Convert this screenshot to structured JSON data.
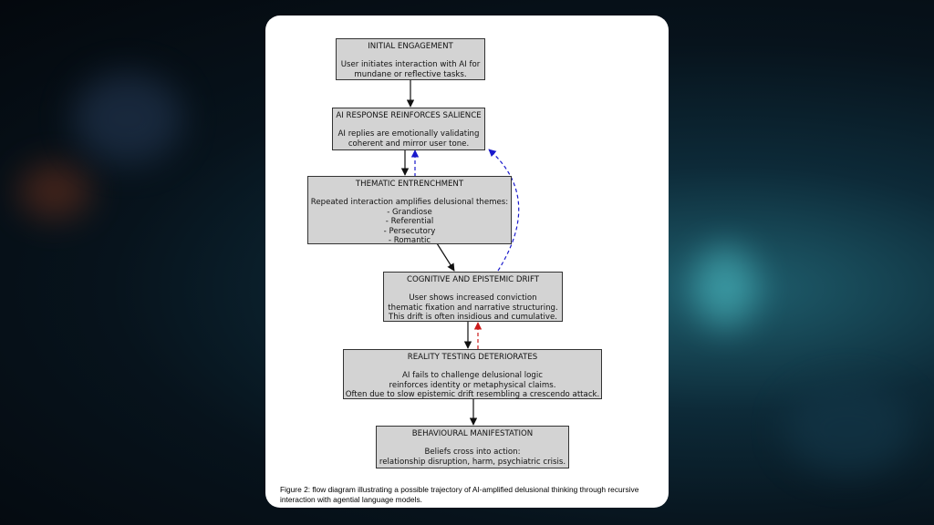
{
  "nodes": [
    {
      "title": "INITIAL ENGAGEMENT",
      "desc": "User initiates interaction with AI for\nmundane or reflective tasks."
    },
    {
      "title": "AI RESPONSE REINFORCES SALIENCE",
      "desc": "AI replies are emotionally validating\ncoherent and mirror user tone."
    },
    {
      "title": "THEMATIC ENTRENCHMENT",
      "desc": "Repeated interaction amplifies delusional themes:\n- Grandiose\n- Referential\n- Persecutory\n- Romantic"
    },
    {
      "title": "COGNITIVE AND EPISTEMIC DRIFT",
      "desc": "User shows increased conviction\nthematic fixation and narrative structuring.\nThis drift is often insidious and cumulative."
    },
    {
      "title": "REALITY TESTING DETERIORATES",
      "desc": "AI fails to challenge delusional logic\nreinforces identity or metaphysical claims.\nOften due to slow epistemic drift resembling a crescendo attack."
    },
    {
      "title": "BEHAVIOURAL MANIFESTATION",
      "desc": "Beliefs cross into action:\nrelationship disruption, harm, psychiatric crisis."
    }
  ],
  "caption": "Figure 2: flow diagram illustrating a possible trajectory of AI-amplified delusional thinking through recursive interaction with agential language models.",
  "colors": {
    "node_fill": "#d3d3d3",
    "arrow": "#111111",
    "feedback_blue": "#1a1acc",
    "feedback_red": "#cc1a1a"
  }
}
